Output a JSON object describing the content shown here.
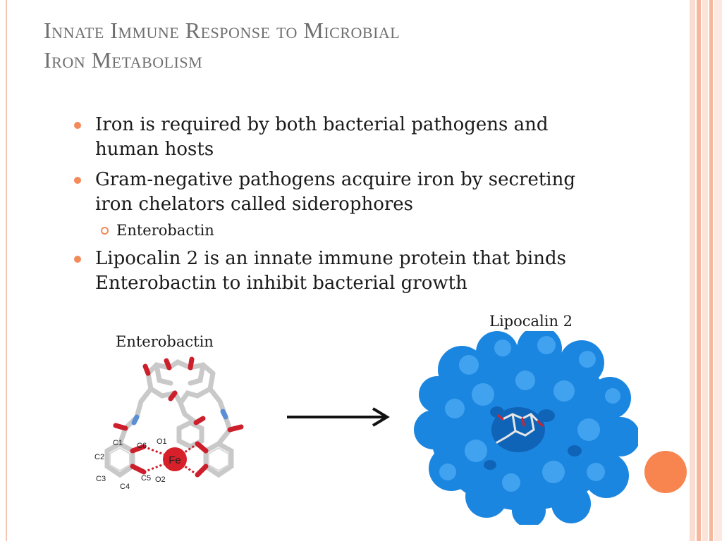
{
  "slide": {
    "title_line1": "Innate Immune Response to Microbial",
    "title_line2": "Iron Metabolism",
    "bullets": [
      {
        "text_l1": "Iron is required by both bacterial pathogens and",
        "text_l2": "human hosts"
      },
      {
        "text_l1": "Gram-negative pathogens acquire iron by secreting",
        "text_l2": "iron chelators called siderophores"
      },
      {
        "text_l1": "Lipocalin 2 is an innate immune protein that binds",
        "text_l2": "Enterobactin to inhibit bacterial growth"
      }
    ],
    "sub_bullet": "Enterobactin",
    "caption_enterobactin": "Enterobactin",
    "caption_lipocalin": "Lipocalin 2"
  },
  "molecule": {
    "center_label": "Fe",
    "atom_labels": [
      "C1",
      "C6",
      "O1",
      "C2",
      "C3",
      "C4",
      "C5",
      "O2"
    ]
  },
  "colors": {
    "accent": "#f28a5a",
    "title": "#6f6f6f",
    "iron": "#d8202a",
    "protein": "#1b86e0"
  }
}
